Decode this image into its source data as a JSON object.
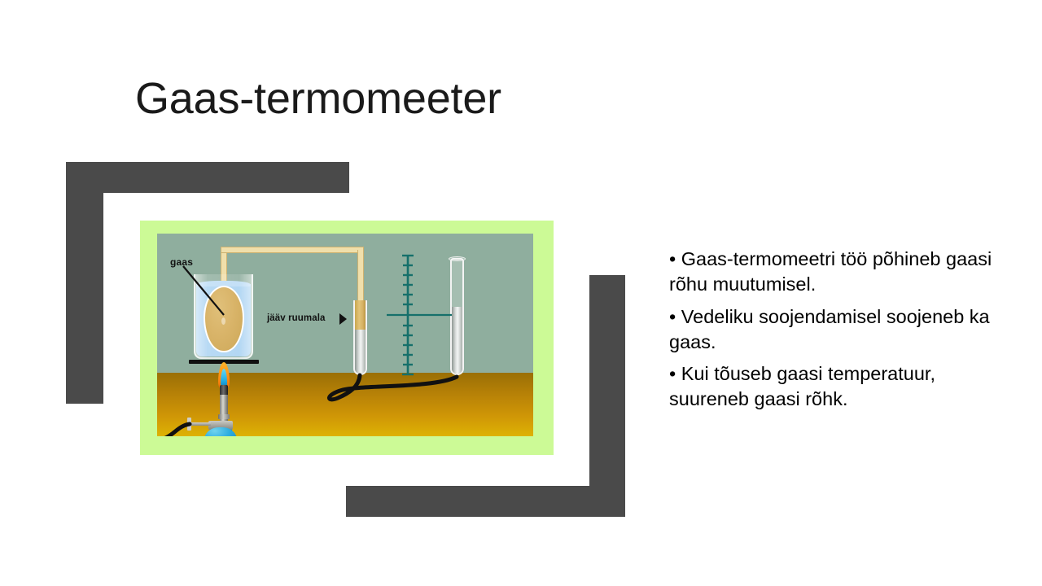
{
  "slide": {
    "title": "Gaas-termomeeter",
    "background_color": "#ffffff"
  },
  "decor": {
    "bracket_color": "#4a4a4a",
    "top_left_bracket_name": "top-left corner bracket",
    "bottom_right_bracket_name": "bottom-right corner bracket"
  },
  "picture": {
    "frame_color": "#ccfa96",
    "wall_color": "#8fae9e",
    "table_color": "#c08c05",
    "labels": {
      "gas": "gaas",
      "constant_volume": "jääv ruumala"
    },
    "parts": {
      "beaker": "beaker with water",
      "gas_bulb": "gas bulb",
      "capillary": "capillary tube",
      "manometer_left": "manometer left tube",
      "manometer_right": "manometer right tube",
      "scale": "measuring scale",
      "burner": "bunsen burner",
      "flame": "flame",
      "hose": "rubber hose"
    },
    "scale": {
      "tick_count": 13,
      "accent_color": "#16706b"
    }
  },
  "bullets": [
    "•  Gaas-termomeetri töö põhineb gaasi rõhu muutumisel.",
    "•  Vedeliku soojendamisel soojeneb ka gaas.",
    "•  Kui tõuseb gaasi temperatuur, suureneb gaasi rõhk."
  ]
}
